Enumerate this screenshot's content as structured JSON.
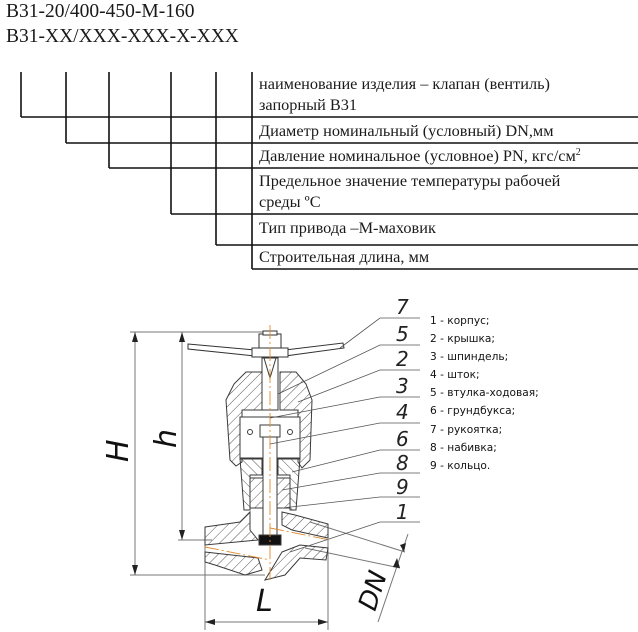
{
  "designation": {
    "example": "В31-20/400-450-М-160",
    "pattern": "В31-XX/XXX-XXX-X-XXX"
  },
  "code_fields": [
    {
      "line1": "наименование изделия – клапан (вентиль)",
      "line2": "запорный В31"
    },
    {
      "line1": "Диаметр номинальный (условный) DN,мм"
    },
    {
      "line1": "Давление номинальное (условное) PN, кгс/см",
      "sup": "2"
    },
    {
      "line1": "Предельное значение температуры рабочей",
      "line2": "среды ºС"
    },
    {
      "line1": "Тип привода –М-маховик"
    },
    {
      "line1": "Строительная длина, мм"
    }
  ],
  "drawing": {
    "dimensions": {
      "H": "H",
      "h": "h",
      "L": "L",
      "DN": "DN"
    },
    "callouts": [
      "7",
      "5",
      "2",
      "3",
      "4",
      "6",
      "8",
      "9",
      "1"
    ],
    "colors": {
      "line": "#3a3a3a",
      "axis": "#e08a2c",
      "dim": "#6a6a6a"
    }
  },
  "legend": [
    "1 - корпус;",
    "2 - крышка;",
    "3 - шпиндель;",
    "4 - шток;",
    "5 - втулка-ходовая;",
    "6 - грундбукса;",
    "7 - рукоятка;",
    "8 - набивка;",
    "9 - кольцо."
  ]
}
